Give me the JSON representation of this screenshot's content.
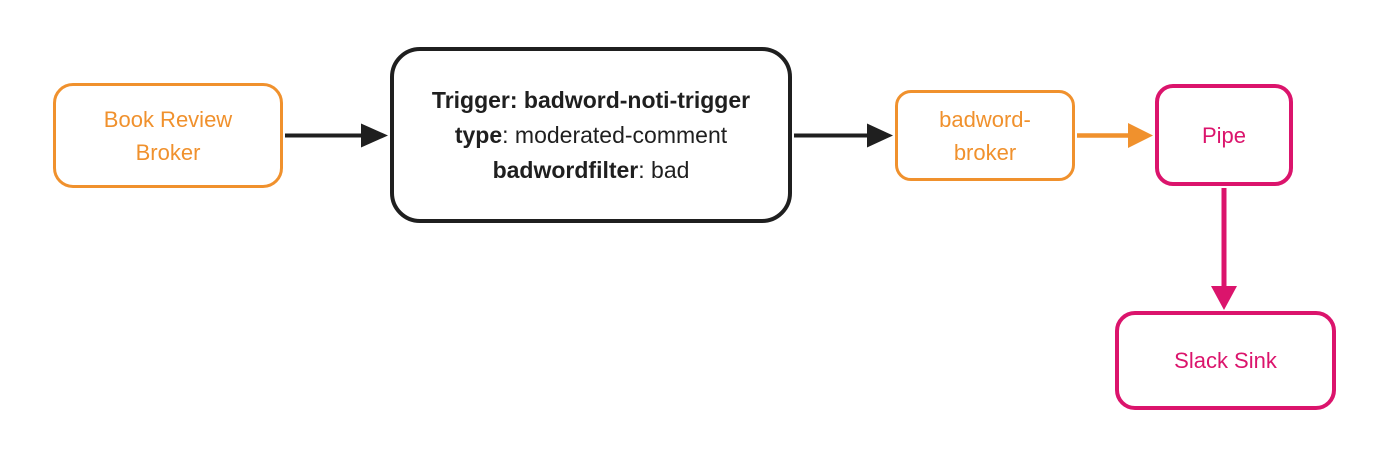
{
  "colors": {
    "orange": "#F0912D",
    "pink": "#DB146C",
    "ink": "#1F1F1F"
  },
  "nodes": {
    "book_review_broker": {
      "label": "Book Review Broker"
    },
    "trigger": {
      "line1": "Trigger: badword-noti-trigger",
      "line2_key": "type",
      "line2_value": ": moderated-comment",
      "line3_key": "badwordfilter",
      "line3_value": ": bad"
    },
    "badword_broker": {
      "label": "badword-broker"
    },
    "pipe": {
      "label": "Pipe"
    },
    "slack_sink": {
      "label": "Slack Sink"
    }
  },
  "edges": [
    {
      "name": "book-review-broker-to-trigger",
      "color": "black"
    },
    {
      "name": "trigger-to-badword-broker",
      "color": "black"
    },
    {
      "name": "badword-broker-to-pipe",
      "color": "orange"
    },
    {
      "name": "pipe-to-slack-sink",
      "color": "pink"
    }
  ]
}
